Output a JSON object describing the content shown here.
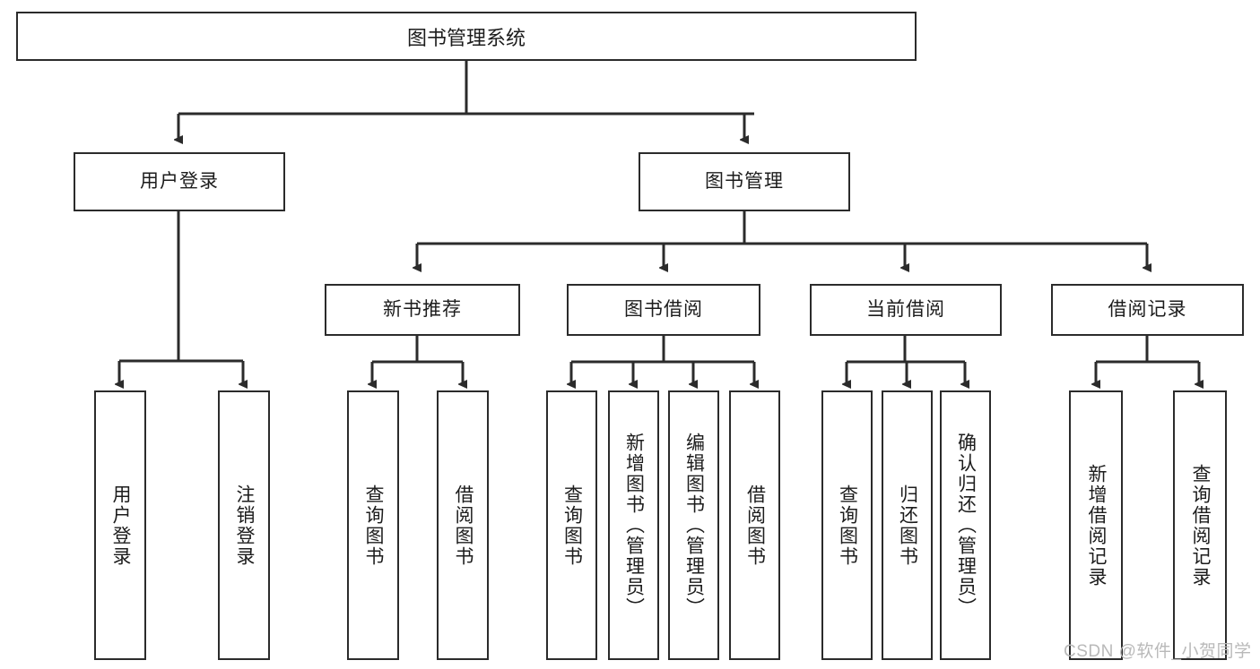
{
  "diagram": {
    "title": "图书管理系统",
    "root": {
      "id": "root",
      "label": "图书管理系统"
    },
    "level2": [
      {
        "id": "user-login",
        "label": "用户登录"
      },
      {
        "id": "book-management",
        "label": "图书管理"
      }
    ],
    "level3": [
      {
        "id": "new-book-recommend",
        "label": "新书推荐"
      },
      {
        "id": "book-borrow",
        "label": "图书借阅"
      },
      {
        "id": "current-borrow",
        "label": "当前借阅"
      },
      {
        "id": "borrow-record",
        "label": "借阅记录"
      }
    ],
    "leaves": {
      "user_login": [
        {
          "id": "leaf-user-login",
          "label": "用户登录"
        },
        {
          "id": "leaf-logout-login",
          "label": "注销登录"
        }
      ],
      "new_book_recommend": [
        {
          "id": "leaf-query-book-1",
          "label": "查询图书"
        },
        {
          "id": "leaf-borrow-book-1",
          "label": "借阅图书"
        }
      ],
      "book_borrow": [
        {
          "id": "leaf-query-book-2",
          "label": "查询图书"
        },
        {
          "id": "leaf-add-book",
          "label": "新增图书（管理员）"
        },
        {
          "id": "leaf-edit-book",
          "label": "编辑图书（管理员）"
        },
        {
          "id": "leaf-borrow-book-2",
          "label": "借阅图书"
        }
      ],
      "current_borrow": [
        {
          "id": "leaf-query-book-3",
          "label": "查询图书"
        },
        {
          "id": "leaf-return-book",
          "label": "归还图书"
        },
        {
          "id": "leaf-confirm-return",
          "label": "确认归还（管理员）"
        }
      ],
      "borrow_record": [
        {
          "id": "leaf-add-record",
          "label": "新增借阅记录"
        },
        {
          "id": "leaf-query-record",
          "label": "查询借阅记录"
        }
      ]
    },
    "watermark": "CSDN @软件_小贺同学",
    "colors": {
      "stroke": "#2b2b2b",
      "background": "#ffffff",
      "text": "#1c1c1c",
      "watermark": "#b9b9b9"
    }
  }
}
